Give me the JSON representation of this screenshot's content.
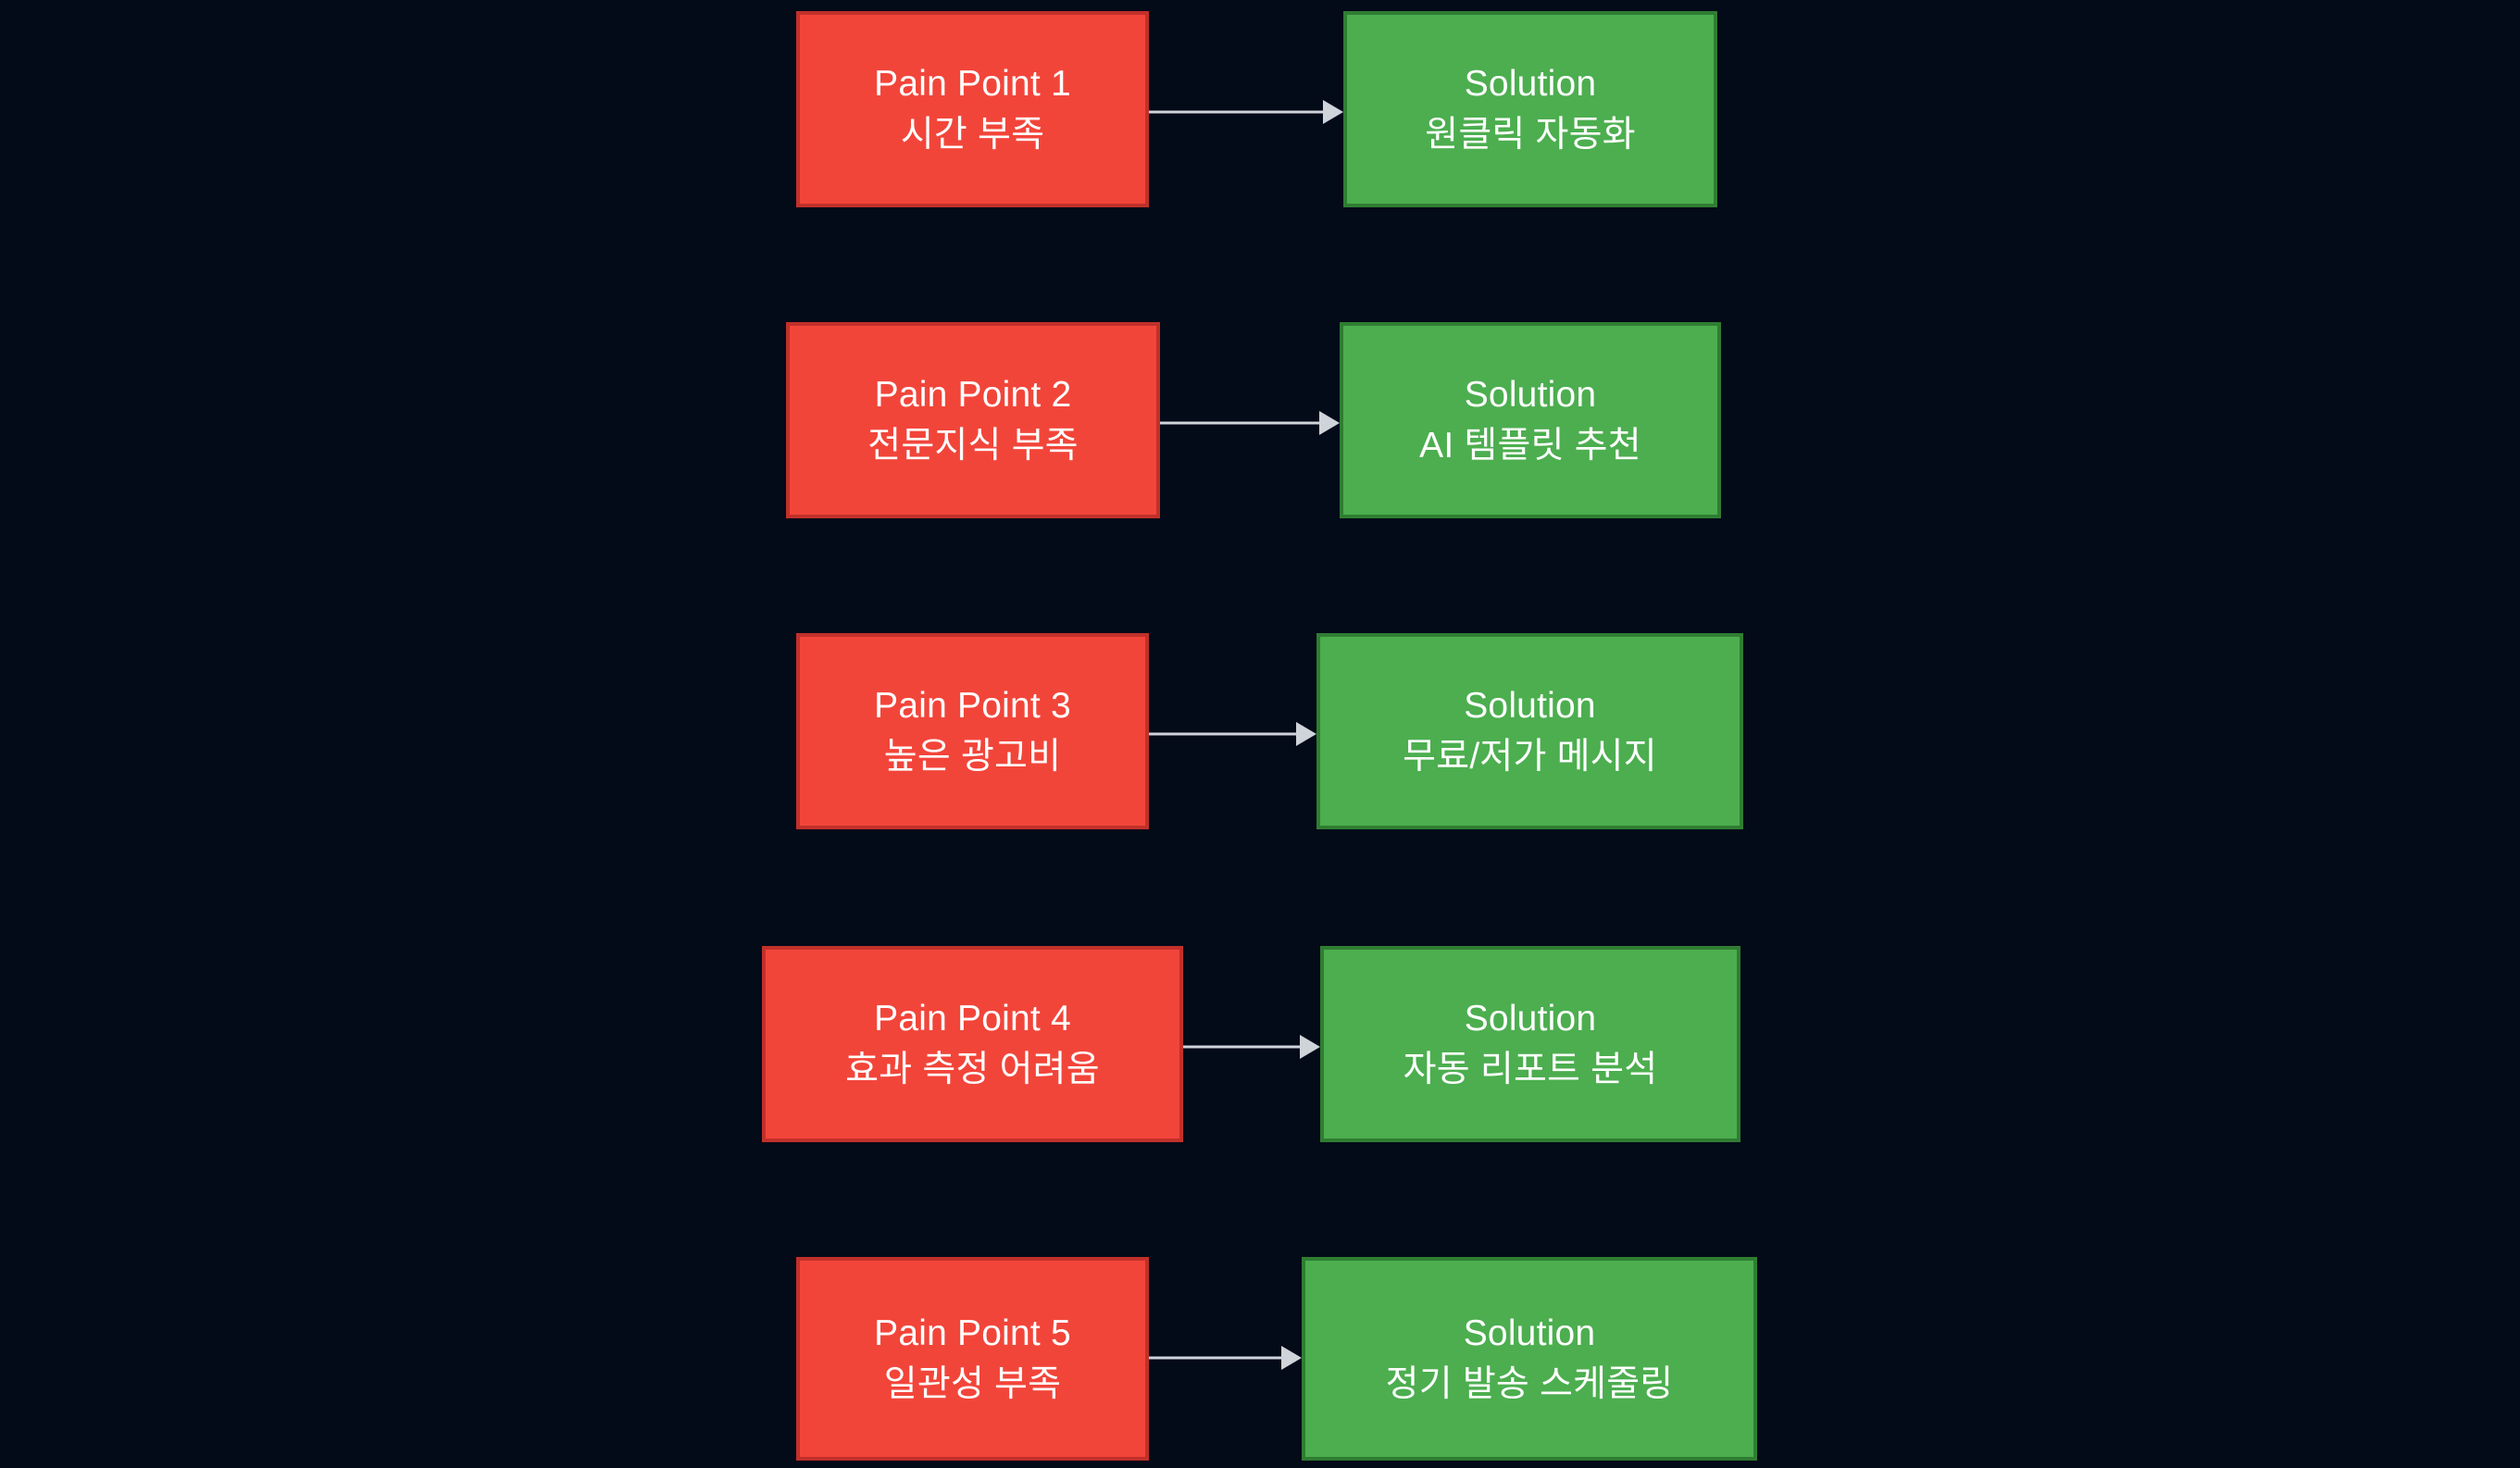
{
  "diagram": {
    "type": "flowchart",
    "background_color": "#030a18",
    "direction": "left-to-right",
    "pair_count": 5,
    "colors": {
      "pain_fill": "#f2453a",
      "pain_border": "#c1302a",
      "solution_fill": "#4cae4f",
      "solution_border": "#2f7d32",
      "arrow": "#cfd3da",
      "text": "#ffffff",
      "background": "#030a18"
    },
    "rows": [
      {
        "index": 1,
        "pain": {
          "title": "Pain Point 1",
          "detail": "시간 부족"
        },
        "arrow": {
          "label": ""
        },
        "solution": {
          "title": "Solution",
          "detail": "원클릭 자동화"
        }
      },
      {
        "index": 2,
        "pain": {
          "title": "Pain Point 2",
          "detail": "전문지식 부족"
        },
        "arrow": {
          "label": ""
        },
        "solution": {
          "title": "Solution",
          "detail": "AI 템플릿 추천"
        }
      },
      {
        "index": 3,
        "pain": {
          "title": "Pain Point 3",
          "detail": "높은 광고비"
        },
        "arrow": {
          "label": ""
        },
        "solution": {
          "title": "Solution",
          "detail": "무료/저가 메시지"
        }
      },
      {
        "index": 4,
        "pain": {
          "title": "Pain Point 4",
          "detail": "효과 측정 어려움"
        },
        "arrow": {
          "label": ""
        },
        "solution": {
          "title": "Solution",
          "detail": "자동 리포트 분석"
        }
      },
      {
        "index": 5,
        "pain": {
          "title": "Pain Point 5",
          "detail": "일관성 부족"
        },
        "arrow": {
          "label": ""
        },
        "solution": {
          "title": "Solution",
          "detail": "정기 발송 스케줄링"
        }
      }
    ]
  }
}
